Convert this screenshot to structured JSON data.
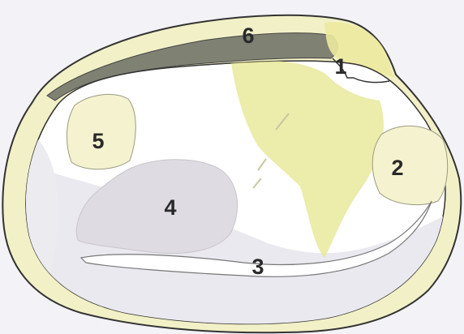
{
  "colors": {
    "background": "#f3f2f6",
    "shell_rim": "#f2f0c6",
    "shell_outline": "#333333",
    "interior": "#ffffff",
    "interior_shadow": "#eae9ef",
    "hinge_ligament": "#7f8273",
    "yellow_stain": "#e6e68f",
    "muscle_scar": "#f5f3cf",
    "visceral_area": "#dedbe2",
    "text": "#2a2a2a"
  },
  "labels": {
    "l1": "1",
    "l2": "2",
    "l3": "3",
    "l4": "4",
    "l5": "5",
    "l6": "6"
  }
}
